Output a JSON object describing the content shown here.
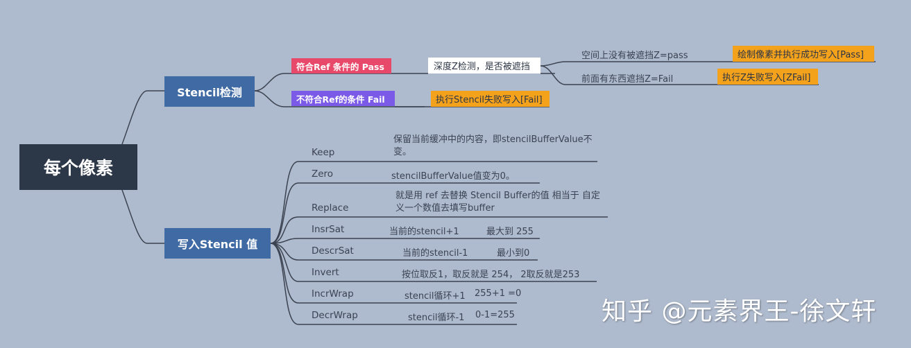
{
  "root": {
    "label": "每个像素"
  },
  "stencil_test": {
    "label": "Stencil检测",
    "match": {
      "label": "符合Ref 条件的 Pass",
      "depth_test": "深度Z检测，是否被遮挡",
      "pass_case": {
        "label": "空间上没有被遮挡Z=pass",
        "action": "绘制像素并执行成功写入[Pass]"
      },
      "fail_case": {
        "label": "前面有东西遮挡Z=Fail",
        "action": "执行Z失败写入[ZFail]"
      }
    },
    "no_match": {
      "label": "不符合Ref的条件 Fail",
      "action": "执行Stencil失败写入[Fail]"
    }
  },
  "write": {
    "label": "写入Stencil 值",
    "ops": [
      {
        "name": "Keep",
        "desc": "保留当前缓冲中的内容，即stencilBufferValue不变。"
      },
      {
        "name": "Zero",
        "desc": "stencilBufferValue值变为0。"
      },
      {
        "name": "Replace",
        "desc": "就是用 ref 去替换  Stencil Buffer的值  相当于 自定义一个数值去填写buffer"
      },
      {
        "name": "InsrSat",
        "desc": "当前的stencil+1",
        "note": "最大到 255"
      },
      {
        "name": "DescrSat",
        "desc": "当前的stencil-1",
        "note": "最小到0"
      },
      {
        "name": "Invert",
        "desc": "按位取反1，取反就是 254，  2取反就是253"
      },
      {
        "name": "IncrWrap",
        "desc": "stencil循环+1",
        "note": "255+1 =0"
      },
      {
        "name": "DecrWrap",
        "desc": "stencil循环-1",
        "note": "0-1=255"
      }
    ]
  },
  "watermark": "知乎 @元素界王-徐文轩",
  "colors": {
    "background": "#aebacd",
    "root": "#2c3848",
    "branch": "#3f6aa3",
    "pass_tag": "#e8496a",
    "fail_tag": "#7a5ae6",
    "action": "#f4a21c"
  }
}
